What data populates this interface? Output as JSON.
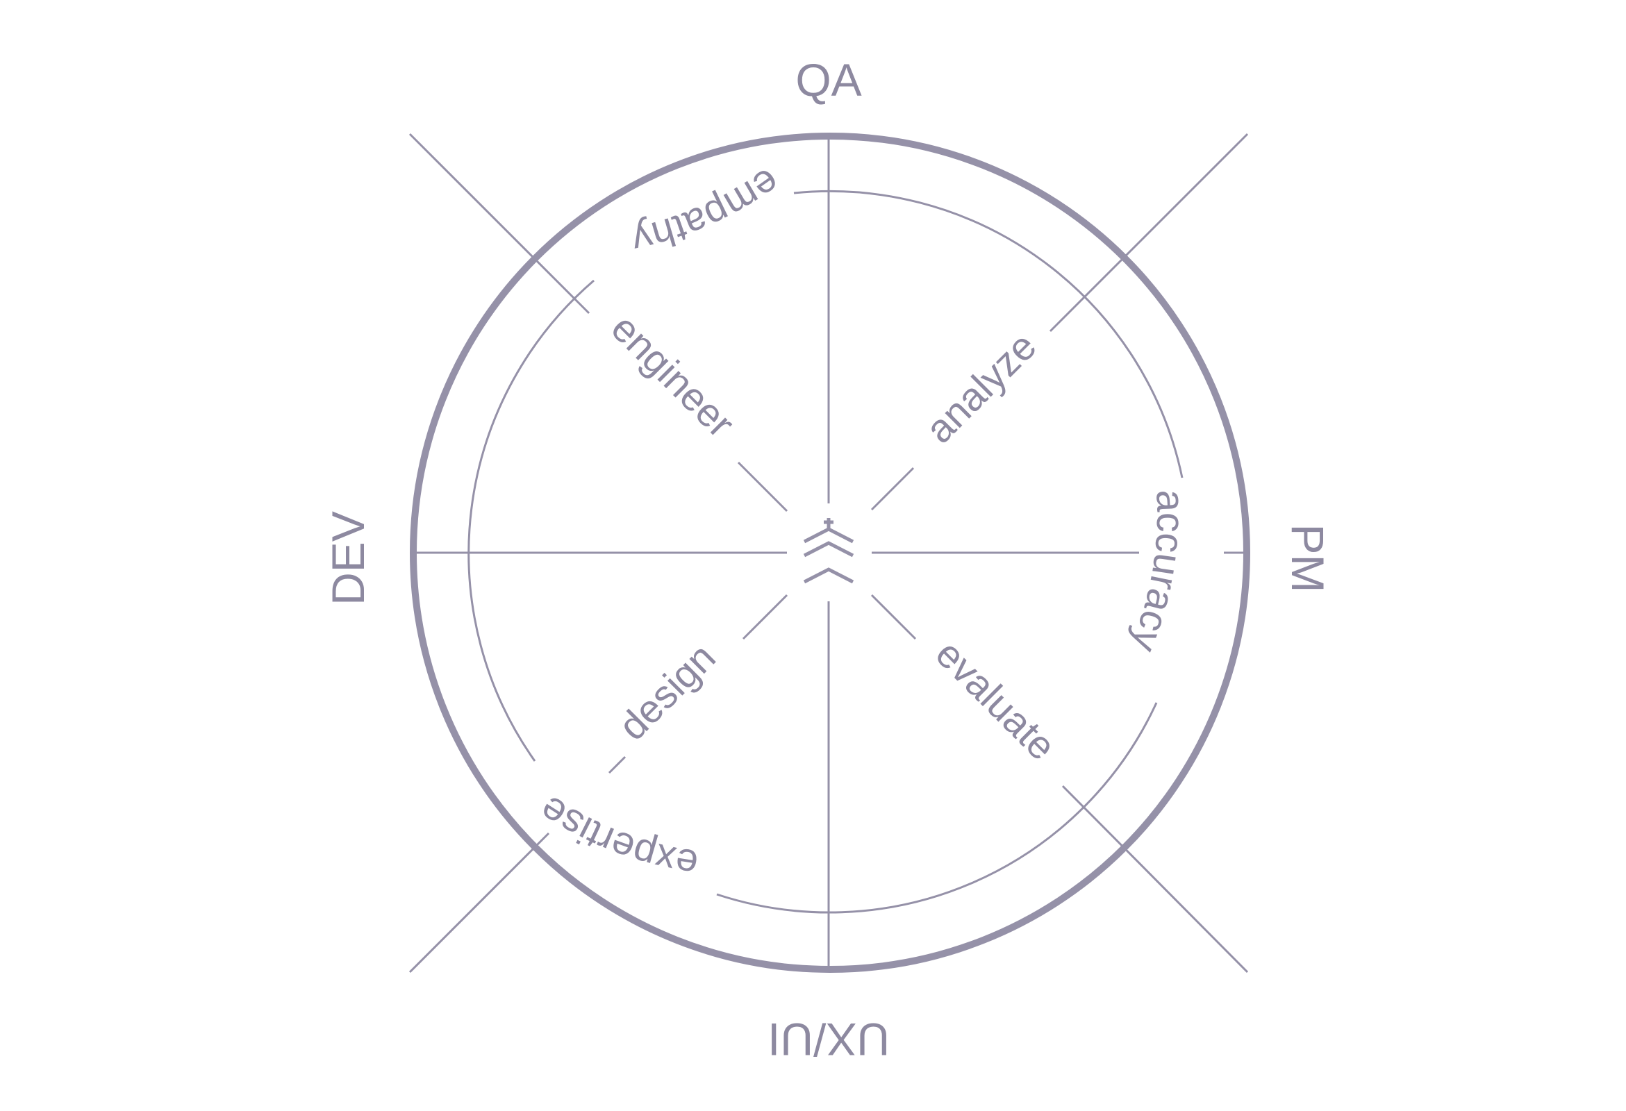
{
  "colors": {
    "stroke": "#9591a8",
    "text": "#8d89a0",
    "background": "#ffffff"
  },
  "roles": {
    "top": "QA",
    "right": "PM",
    "bottom": "UX/UI",
    "left": "DEV"
  },
  "spokes": {
    "upper_right": "analyze",
    "upper_left": "engineer",
    "lower_left": "design",
    "lower_right": "evaluate"
  },
  "arc_words": {
    "top": "empathy",
    "right": "accuracy",
    "bottom": "expertise"
  },
  "center_icon": "layered-chevrons-icon"
}
